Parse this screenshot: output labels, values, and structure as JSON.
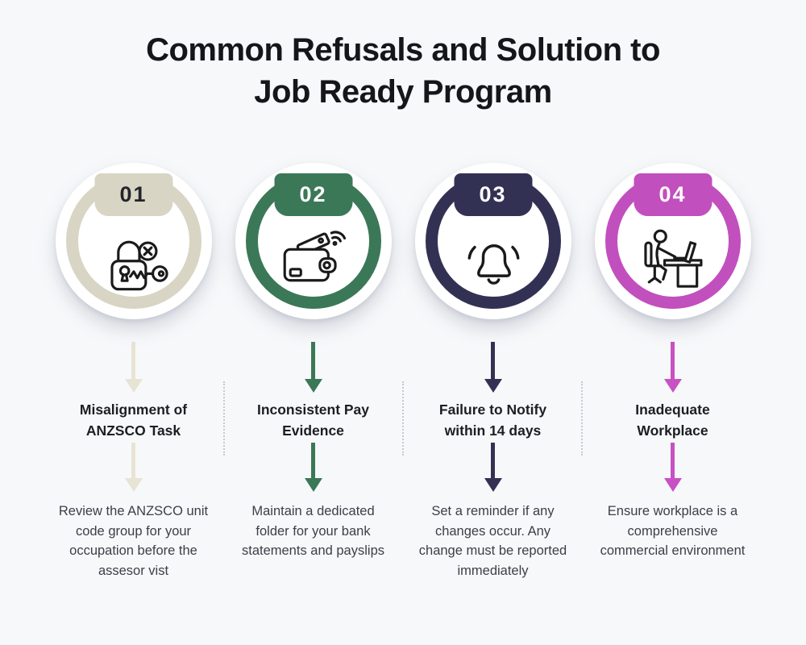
{
  "title": {
    "line1": "Common Refusals and Solution to",
    "line2": "Job Ready Program"
  },
  "colors": {
    "background": "#f7f8fa",
    "title_text": "#16161a",
    "heading_text": "#1d1e23",
    "body_text": "#3b4047",
    "divider": "#c6c9cf",
    "icon_stroke": "#1a1a1a",
    "card_circle": "#ffffff"
  },
  "steps": [
    {
      "number": "01",
      "accent": "#d9d5c4",
      "arrow": "#e7e4d4",
      "number_color": "#24242c",
      "icon": "lock-key-error-icon",
      "heading_line1": "Misalignment of",
      "heading_line2": "ANZSCO Task",
      "description": "Review the ANZSCO unit code group for your occupation before the assesor vist"
    },
    {
      "number": "02",
      "accent": "#3b7858",
      "arrow": "#3b7858",
      "number_color": "#ffffff",
      "icon": "wallet-contactless-icon",
      "heading_line1": "Inconsistent Pay",
      "heading_line2": "Evidence",
      "description": "Maintain a dedicated folder for your bank statements and payslips"
    },
    {
      "number": "03",
      "accent": "#333153",
      "arrow": "#333153",
      "number_color": "#ffffff",
      "icon": "bell-ringing-icon",
      "heading_line1": "Failure to Notify",
      "heading_line2": "within 14 days",
      "description": "Set a reminder if any changes occur. Any change must be reported immediately"
    },
    {
      "number": "04",
      "accent": "#c24fbe",
      "arrow": "#c851c3",
      "number_color": "#ffffff",
      "icon": "person-desk-icon",
      "heading_line1": "Inadequate",
      "heading_line2": "Workplace",
      "description": "Ensure workplace is a comprehensive commercial environment"
    }
  ]
}
